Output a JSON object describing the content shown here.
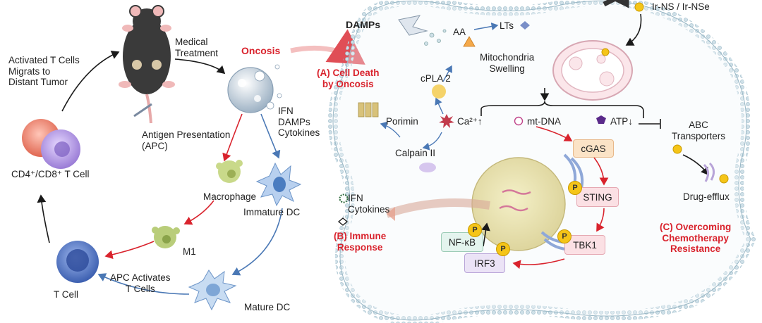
{
  "left_cycle": {
    "medical_treatment": "Medical\nTreatment",
    "oncosis": "Oncosis",
    "activated_t_cells": "Activated T Cells\nMigrats to\nDistant Tumor",
    "antigen_presentation": "Antigen Presentation\n(APC)",
    "ifn_damps_cytokines": "IFN\nDAMPs\nCytokines",
    "macrophage": "Macrophage",
    "immature_dc": "Immature DC",
    "cd4_cd8": "CD4⁺/CD8⁺ T Cell",
    "m1": "M1",
    "apc_activates": "APC Activates\nT Cells",
    "t_cell": "T Cell",
    "mature_dc": "Mature DC"
  },
  "cell": {
    "damps": "DAMPs",
    "aa": "AA",
    "lts": "LTs",
    "ir_ns": "Ir-NS / Ir-NSe",
    "mito_swelling": "Mitochondria\nSwelling",
    "cell_death_a": "(A) Cell Death\nby Oncosis",
    "cpla2": "cPLA 2",
    "porimin": "Porimin",
    "ca": "Ca²⁺↑",
    "mtdna": "mt-DNA",
    "atp": "ATP↓",
    "abc": "ABC\nTransporters",
    "calpain": "Calpain II",
    "cgas": "cGAS",
    "sting": "STING",
    "tbk1": "TBK1",
    "nfkb": "NF-κB",
    "irf3": "IRF3",
    "ifn_cytokines": "IFN\nCytokines",
    "immune_response_b": "(B) Immune\nResponse",
    "drug_efflux": "Drug-efflux",
    "overcoming_c": "(C) Overcoming\nChemotherapy\nResistance",
    "p": "P"
  },
  "colors": {
    "accent_red": "#d9232d",
    "arrow_blue": "#4a78b5",
    "arrow_black": "#1a1a1a",
    "gold": "#f5c518"
  }
}
